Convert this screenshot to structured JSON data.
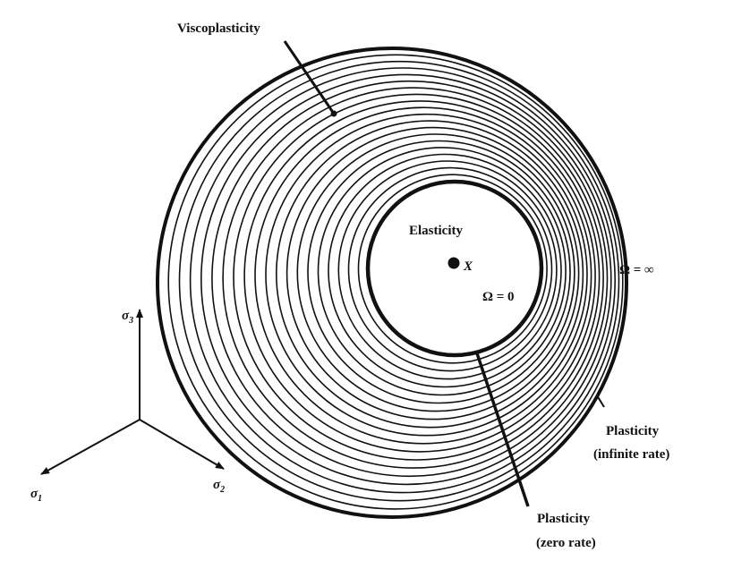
{
  "labels": {
    "viscoplasticity": "Viscoplasticity",
    "elasticity": "Elasticity",
    "point": "X",
    "omega_zero": "Ω = 0",
    "omega_infinity": "Ω = ∞",
    "plasticity_infinite": "Plasticity",
    "plasticity_infinite_note": "(infinite rate)",
    "plasticity_zero": "Plasticity",
    "plasticity_zero_note": "(zero rate)"
  },
  "axes": {
    "sigma1": "σ",
    "sigma1_sub": "1",
    "sigma2": "σ",
    "sigma2_sub": "2",
    "sigma3": "σ",
    "sigma3_sub": "3"
  },
  "colors": {
    "ink": "#111111",
    "paper": "#ffffff"
  }
}
